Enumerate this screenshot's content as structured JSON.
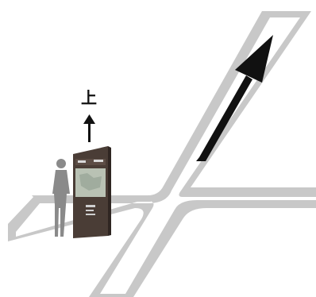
{
  "direction_label": "上",
  "colors": {
    "road_outline": "#c8c8c8",
    "road_fill": "#ffffff",
    "arrow": "#111111",
    "kiosk": "#4a3d36",
    "kiosk_screen": "#b9c2b4",
    "person": "#8a8a8a"
  },
  "icons": {
    "direction_arrow": "long-arrow-up",
    "person": "standing-person",
    "kiosk": "wayfinding-sign"
  }
}
